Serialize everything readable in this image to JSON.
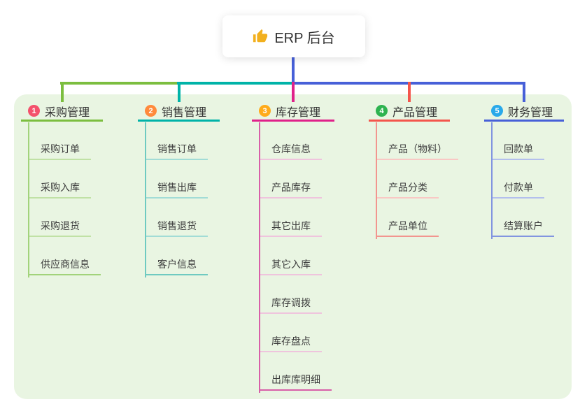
{
  "root": {
    "title": "ERP 后台",
    "icon": "thumbs-up-icon"
  },
  "branches": [
    {
      "index": "1",
      "label": "采购管理",
      "badge_color": "#f4516c",
      "line_color": "#7cbe3f",
      "spine_color": "#a2d37b",
      "light_color": "#c0e1a5",
      "children": [
        "采购订单",
        "采购入库",
        "采购退货",
        "供应商信息"
      ]
    },
    {
      "index": "2",
      "label": "销售管理",
      "badge_color": "#ff8a3c",
      "line_color": "#00b3a8",
      "spine_color": "#6fcac1",
      "light_color": "#a2dcd6",
      "children": [
        "销售订单",
        "销售出库",
        "销售退货",
        "客户信息"
      ]
    },
    {
      "index": "3",
      "label": "库存管理",
      "badge_color": "#ffab1a",
      "line_color": "#e0218a",
      "spine_color": "#d85fa8",
      "light_color": "#efc4dd",
      "children": [
        "仓库信息",
        "产品库存",
        "其它出库",
        "其它入库",
        "库存调拨",
        "库存盘点",
        "出库库明细"
      ]
    },
    {
      "index": "4",
      "label": "产品管理",
      "badge_color": "#2eb350",
      "line_color": "#f4554c",
      "spine_color": "#f2958f",
      "light_color": "#f9c8c4",
      "children": [
        "产品（物料）",
        "产品分类",
        "产品单位"
      ]
    },
    {
      "index": "5",
      "label": "财务管理",
      "badge_color": "#29a9ea",
      "line_color": "#4760d8",
      "spine_color": "#8295e0",
      "light_color": "#b3bfed",
      "children": [
        "回款单",
        "付款单",
        "结算账户"
      ]
    }
  ],
  "colors": {
    "canvas_bg": "#ffffff",
    "panel_bg": "#e9f5e2",
    "root_line": "#4760d8",
    "text": "#333333",
    "icon_gold": "#f2b01e"
  }
}
